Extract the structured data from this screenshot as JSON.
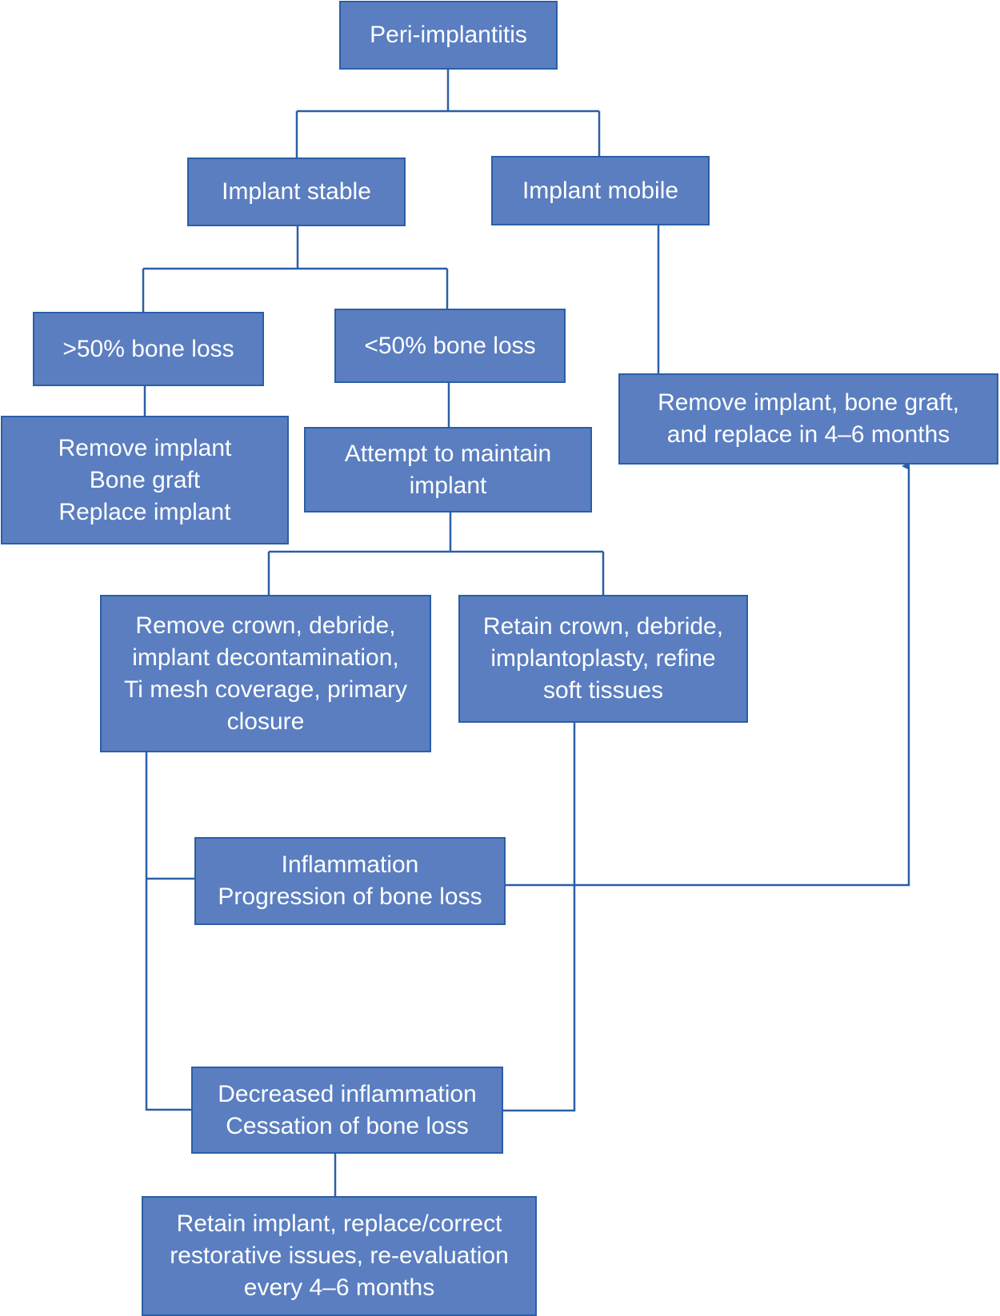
{
  "title": "Peri-implantitis treatment decision tree",
  "colors": {
    "box_fill": "#5a7ec0",
    "box_border": "#2a5fa6",
    "line": "#2a5fa6",
    "text": "#ffffff"
  },
  "nodes": {
    "root": "Peri-implantitis",
    "stable": "Implant stable",
    "mobile": "Implant mobile",
    "gt50": ">50% bone loss",
    "lt50": "<50% bone loss",
    "mobile_action": "Remove implant, bone graft,\nand replace in 4–6 months",
    "gt50_action": "Remove implant\nBone graft\nReplace implant",
    "maintain": "Attempt to maintain\nimplant",
    "remove_crown": "Remove crown, debride,\nimplant decontamination,\nTi mesh coverage, primary\nclosure",
    "retain_crown": "Retain crown, debride,\nimplantoplasty, refine\nsoft tissues",
    "inflammation": "Inflammation\nProgression of bone loss",
    "decreased": "Decreased inflammation\nCessation of bone loss",
    "retain_implant": "Retain implant, replace/correct\nrestorative issues, re-evaluation\nevery 4–6 months"
  }
}
